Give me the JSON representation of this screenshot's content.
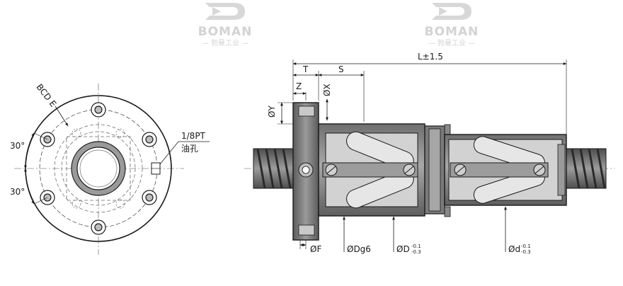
{
  "watermark": {
    "brand": "BOMAN",
    "subtitle": "— 勃曼工业 —",
    "color": "#cfcfcf"
  },
  "front_view": {
    "bcd_label": "BCD E",
    "angle_top": "30°",
    "angle_bottom": "30°",
    "port_label": "1/8PT",
    "port_sub": "油孔"
  },
  "side_view": {
    "length_label": "L±1.5",
    "t_label": "T",
    "s_label": "S",
    "z_label": "Z",
    "x_label": "ØX",
    "y_label": "ØY",
    "f_label": "ØF",
    "dg6_label": "ØDg6",
    "d_label": "ØD",
    "d_tol_upper": "-0.1",
    "d_tol_lower": "-0.3",
    "small_d_label": "Ød",
    "small_d_tol_upper": "-0.1",
    "small_d_tol_lower": "-0.3"
  },
  "colors": {
    "line": "#1a1a1a",
    "nut_fill": "#8a8a8a",
    "nut_dark": "#555555",
    "nut_light": "#b8b8b8",
    "screw": "#6a6a6a",
    "hidden": "#6f6f6f"
  }
}
